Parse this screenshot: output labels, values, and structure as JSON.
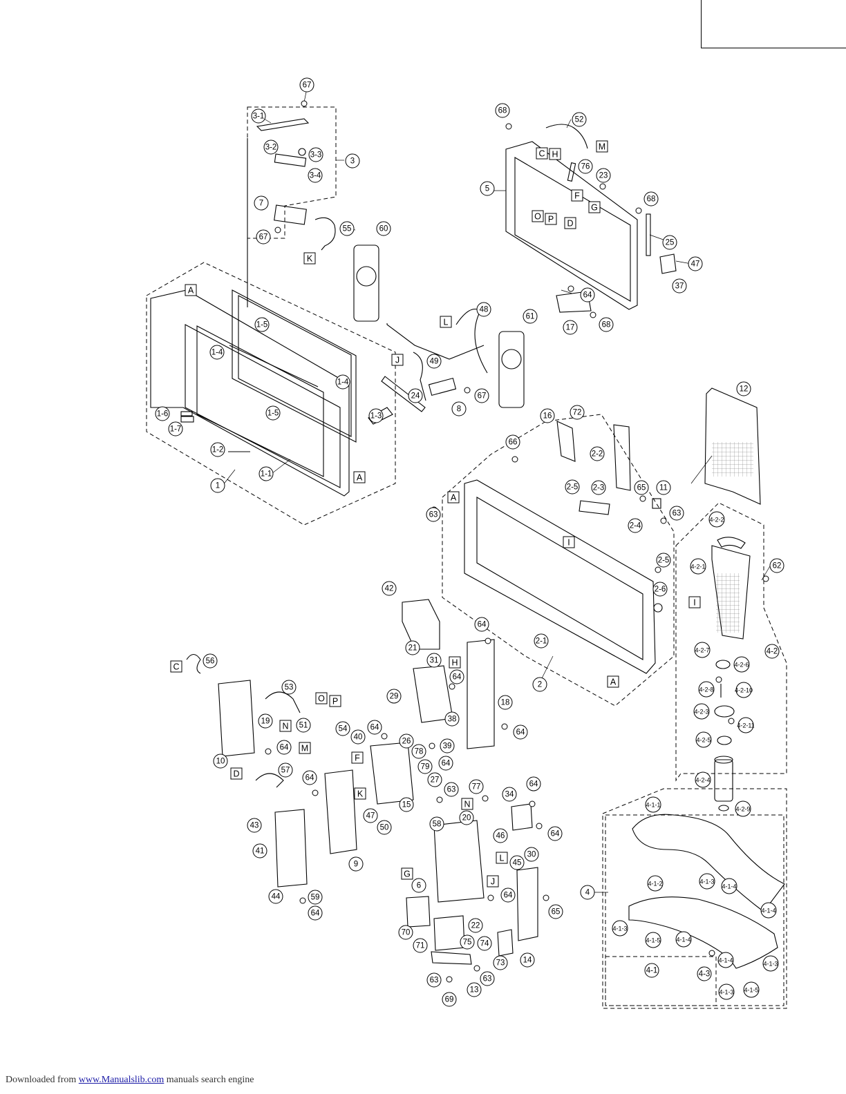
{
  "footer": {
    "prefix": "Downloaded from",
    "link": "www.Manualslib.com",
    "suffix": "manuals search engine"
  },
  "callouts": {
    "c67a": "67",
    "c3_1": "3-1",
    "c3_2": "3-2",
    "c3_3": "3-3",
    "c3_4": "3-4",
    "c3": "3",
    "c7": "7",
    "c67b": "67",
    "c55": "55",
    "c60": "60",
    "c68a": "68",
    "c52": "52",
    "c76": "76",
    "c23": "23",
    "c5": "5",
    "c68b": "68",
    "c25": "25",
    "c47a": "47",
    "c37": "37",
    "c64a": "64",
    "c17": "17",
    "c68c": "68",
    "c48": "48",
    "c61": "61",
    "c1_5a": "1-5",
    "c1_4a": "1-4",
    "c1_4b": "1-4",
    "c1_5b": "1-5",
    "c49": "49",
    "c24": "24",
    "c1_3": "1-3",
    "c1_6": "1-6",
    "c1_7": "1-7",
    "c1_2": "1-2",
    "c1_1": "1-1",
    "c1": "1",
    "c67c": "67",
    "c8": "8",
    "c16": "16",
    "c72": "72",
    "c12": "12",
    "c66": "66",
    "c2_2": "2-2",
    "c2_5a": "2-5",
    "c2_3": "2-3",
    "c65a": "65",
    "c11": "11",
    "c63a": "63",
    "c2_4": "2-4",
    "c63b": "63",
    "c2_5b": "2-5",
    "c2_6": "2-6",
    "c2_1": "2-1",
    "c2": "2",
    "c4_2_2": "4-2-2",
    "c4_2_1": "4-2-1",
    "c62": "62",
    "c4_2_7": "4-2-7",
    "c4_2": "4-2",
    "c4_2_6": "4-2-6",
    "c4_2_8": "4-2-8",
    "c4_2_10": "4-2-10",
    "c4_2_3": "4-2-3",
    "c4_2_11": "4-2-11",
    "c4_2_5": "4-2-5",
    "c4_2_4": "4-2-4",
    "c4_2_9": "4-2-9",
    "c42": "42",
    "c64b": "64",
    "c21": "21",
    "c31": "31",
    "c64c": "64",
    "c29": "29",
    "c18": "18",
    "c38": "38",
    "c64d": "64",
    "c39": "39",
    "c64e": "64",
    "c26": "26",
    "c40": "40",
    "c64f": "64",
    "c78": "78",
    "c79": "79",
    "c27": "27",
    "c56": "56",
    "c53": "53",
    "c19": "19",
    "c51": "51",
    "c54": "54",
    "c10": "10",
    "c64g": "64",
    "c57": "57",
    "c64h": "64",
    "c47b": "47",
    "c50": "50",
    "c9": "9",
    "c15": "15",
    "c63c": "63",
    "c58": "58",
    "c77": "77",
    "c20": "20",
    "c34": "34",
    "c64i": "64",
    "c64j": "64",
    "c46": "46",
    "c30": "30",
    "c45": "45",
    "c43": "43",
    "c41": "41",
    "c44": "44",
    "c59": "59",
    "c64k": "64",
    "c6": "6",
    "c64l": "64",
    "c65b": "65",
    "c70": "70",
    "c22": "22",
    "c71": "71",
    "c75": "75",
    "c74": "74",
    "c73": "73",
    "c14": "14",
    "c63d": "63",
    "c63e": "63",
    "c13": "13",
    "c69": "69",
    "c4_1_1": "4-1-1",
    "c4_1_2": "4-1-2",
    "c4_1_3a": "4-1-3",
    "c4_1_4a": "4-1-4",
    "c4_1_4b": "4-1-4",
    "c4": "4",
    "c4_1_3b": "4-1-3",
    "c4_1_5a": "4-1-5",
    "c4_1_4c": "4-1-4",
    "c4_1_4d": "4-1-4",
    "c4_1_3c": "4-1-3",
    "c4_1": "4-1",
    "c4_3": "4-3",
    "c4_1_3d": "4-1-3",
    "c4_1_5b": "4-1-5"
  },
  "letters": {
    "lK": "K",
    "lC1": "C",
    "lH1": "H",
    "lM1": "M",
    "lF1": "F",
    "lG1": "G",
    "lO1": "O",
    "lP1": "P",
    "lD1": "D",
    "lA1": "A",
    "lL1": "L",
    "lJ1": "J",
    "lA2": "A",
    "lA3": "A",
    "lI1": "I",
    "lI2": "I",
    "lA4": "A",
    "lH2": "H",
    "lC2": "C",
    "lO2": "O",
    "lP2": "P",
    "lN1": "N",
    "lM2": "M",
    "lF2": "F",
    "lD2": "D",
    "lK2": "K",
    "lN2": "N",
    "lG2": "G",
    "lL2": "L",
    "lJ2": "J"
  }
}
